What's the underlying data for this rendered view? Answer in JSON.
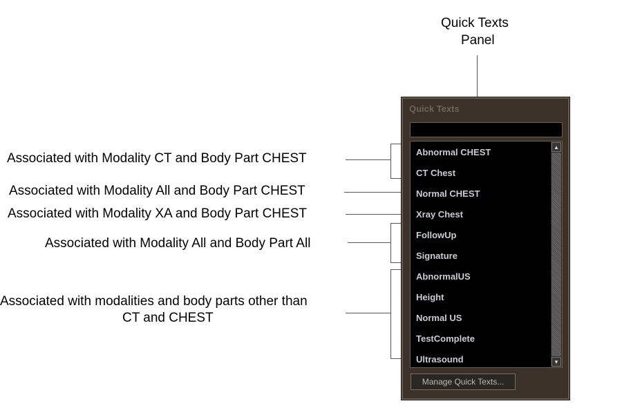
{
  "title_callout": [
    "Quick Texts",
    "Panel"
  ],
  "callouts": [
    "Associated with Modality CT and Body Part CHEST",
    "Associated with Modality All and Body Part CHEST",
    "Associated with Modality XA and Body Part CHEST",
    "Associated with Modality All and Body Part All",
    "Associated with modalities and body parts other than",
    "CT and CHEST"
  ],
  "panel": {
    "title": "Quick Texts",
    "search_value": "",
    "items": [
      "Abnormal CHEST",
      "CT Chest",
      "Normal CHEST",
      "Xray Chest",
      "FollowUp",
      "Signature",
      "AbnormalUS",
      "Height",
      "Normal US",
      "TestComplete",
      "Ultrasound"
    ],
    "manage_button": "Manage Quick Texts...",
    "scroll_up": "▲",
    "scroll_down": "▼"
  },
  "colors": {
    "panel_bg": "#3b3128",
    "list_bg": "#000000",
    "item_text": "#c8ccd4"
  }
}
